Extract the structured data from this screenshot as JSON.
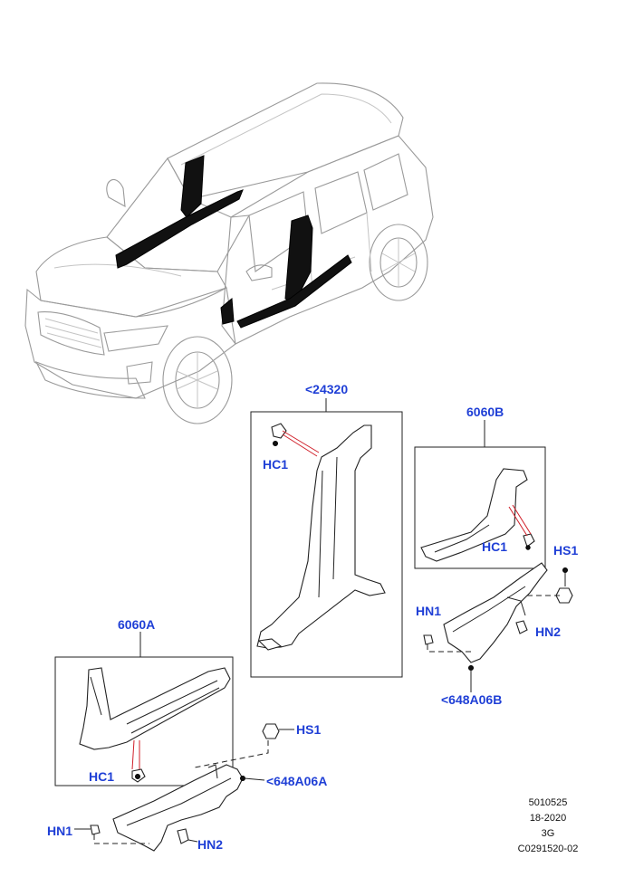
{
  "callouts": {
    "c24320": "<24320",
    "c6060b": "6060B",
    "c6060a": "6060A",
    "hc1_a": "HC1",
    "hc1_b": "HC1",
    "hc1_c": "HC1",
    "hs1_a": "HS1",
    "hs1_b": "HS1",
    "hn1_a": "HN1",
    "hn1_b": "HN1",
    "hn2_a": "HN2",
    "hn2_b": "HN2",
    "c648b": "<648A06B",
    "c648a": "<648A06A"
  },
  "meta": {
    "line1": "5010525",
    "line2": "18-2020",
    "line3": "3G",
    "line4": "C0291520-02"
  },
  "colors": {
    "callout": "#1f3fd6",
    "leader_red": "#d0202a",
    "highlight": "#111111"
  }
}
